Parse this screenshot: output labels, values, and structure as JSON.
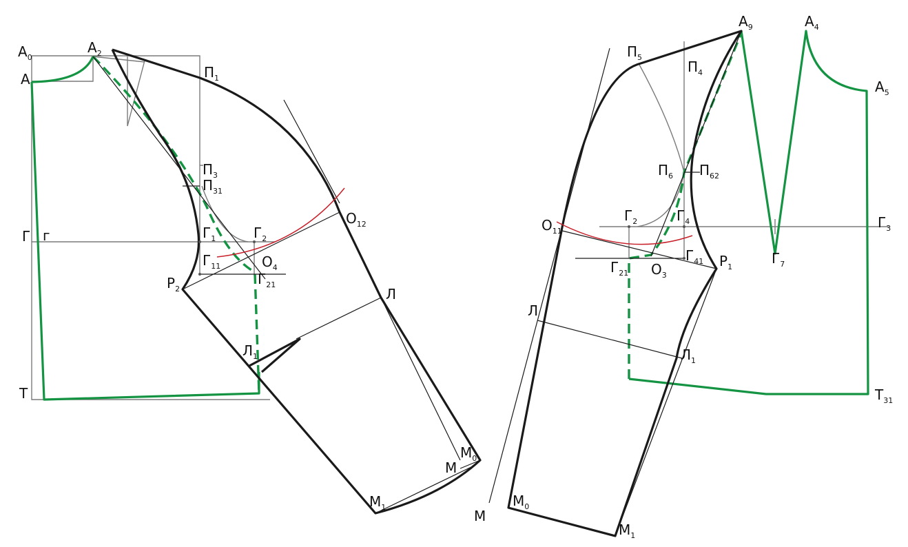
{
  "title": "Sleeve and bodice pattern construction",
  "colors": {
    "outline": "#1a1a1a",
    "grid": "#7a7a7a",
    "bodice": "#149443",
    "arc": "#c8202a"
  },
  "left_labels": [
    {
      "main": "А",
      "sub": "0"
    },
    {
      "main": "А",
      "sub": "2"
    },
    {
      "main": "А",
      "sub": ""
    },
    {
      "main": "П",
      "sub": "1"
    },
    {
      "main": "П",
      "sub": "3"
    },
    {
      "main": "П",
      "sub": "31"
    },
    {
      "main": "Г",
      "sub": ""
    },
    {
      "main": "г",
      "sub": ""
    },
    {
      "main": "Г",
      "sub": "1"
    },
    {
      "main": "Г",
      "sub": "2"
    },
    {
      "main": "Г",
      "sub": "11"
    },
    {
      "main": "О",
      "sub": "4"
    },
    {
      "main": "Г",
      "sub": "21"
    },
    {
      "main": "Р",
      "sub": "2"
    },
    {
      "main": "О",
      "sub": "12"
    },
    {
      "main": "Л",
      "sub": ""
    },
    {
      "main": "Л",
      "sub": "1"
    },
    {
      "main": "Т",
      "sub": ""
    },
    {
      "main": "М",
      "sub": ""
    },
    {
      "main": "М",
      "sub": "0"
    },
    {
      "main": "М",
      "sub": "1"
    }
  ],
  "right_labels": [
    {
      "main": "А",
      "sub": "9"
    },
    {
      "main": "А",
      "sub": "4"
    },
    {
      "main": "А",
      "sub": "5"
    },
    {
      "main": "П",
      "sub": "5"
    },
    {
      "main": "П",
      "sub": "4"
    },
    {
      "main": "П",
      "sub": "6"
    },
    {
      "main": "П",
      "sub": "62"
    },
    {
      "main": "Г",
      "sub": "2"
    },
    {
      "main": "Г",
      "sub": "4"
    },
    {
      "main": "Г",
      "sub": "3"
    },
    {
      "main": "О",
      "sub": "11"
    },
    {
      "main": "Г",
      "sub": "41"
    },
    {
      "main": "Р",
      "sub": "1"
    },
    {
      "main": "Г",
      "sub": "21"
    },
    {
      "main": "О",
      "sub": "3"
    },
    {
      "main": "Г",
      "sub": "7"
    },
    {
      "main": "Л",
      "sub": ""
    },
    {
      "main": "Л",
      "sub": "1"
    },
    {
      "main": "Т",
      "sub": "31"
    },
    {
      "main": "М",
      "sub": ""
    },
    {
      "main": "М",
      "sub": "0"
    },
    {
      "main": "М",
      "sub": "1"
    }
  ]
}
